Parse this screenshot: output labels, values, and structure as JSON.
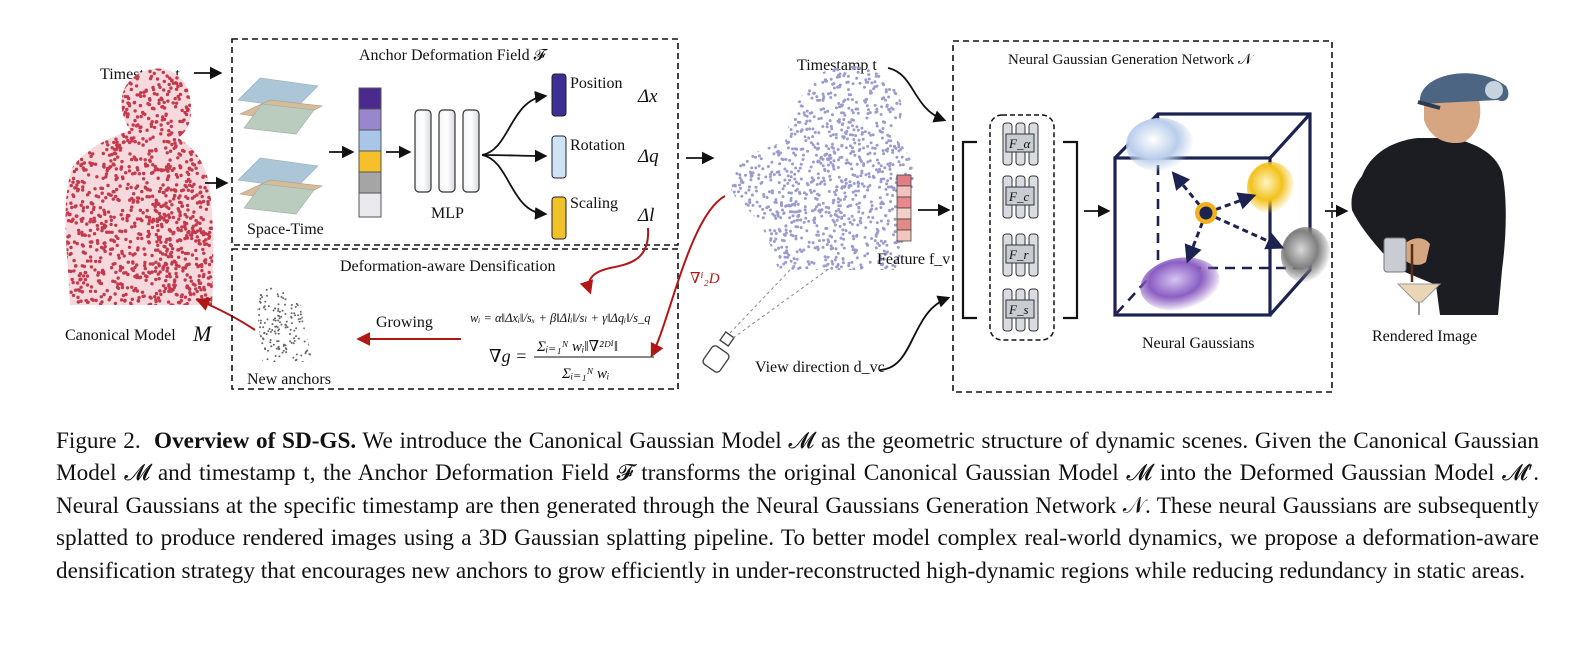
{
  "figure": {
    "left": {
      "timestamp_label": "Timestamp t",
      "canonical_label": "Canonical Model",
      "canonical_symbol": "M"
    },
    "deformation_field": {
      "title": "Anchor Deformation Field 𝓕",
      "space_time_label": "Space-Time",
      "mlp_label": "MLP",
      "outputs": [
        {
          "name": "Position",
          "delta": "Δx",
          "color": "#3b2f94"
        },
        {
          "name": "Rotation",
          "delta": "Δq",
          "color": "#cfe3f6"
        },
        {
          "name": "Scaling",
          "delta": "Δl",
          "color": "#f0c22a"
        }
      ],
      "feature_colors": [
        "#4b2a8e",
        "#9a86cc",
        "#a9c6e8",
        "#f5c02a",
        "#a5a5a5",
        "#e9e9ee"
      ]
    },
    "densification": {
      "title": "Deformation-aware  Densification",
      "growing_label": "Growing",
      "new_anchors_label": "New anchors",
      "weight_formula": "wᵢ = α‖Δxᵢ‖/sₓ + β‖Δlᵢ‖/sₗ + γ‖Δqᵢ‖/s_q",
      "grad_lhs": "∇g =",
      "grad_num": "Σᵢ₌₁ᴺ wᵢ‖∇²ᴰⁱ‖",
      "grad_den": "Σᵢ₌₁ᴺ wᵢ"
    },
    "middle": {
      "timestamp_label": "Timestamp t",
      "grad_label": "∇ⁱ₂D",
      "feature_label": "Feature f_v",
      "view_direction_label": "View direction d_vc",
      "feature_colors": [
        "#e07d85",
        "#f3c2bf",
        "#e9888c",
        "#f4d1c8",
        "#e28a88",
        "#f3c6bd"
      ]
    },
    "generation_network": {
      "title": "Neural Gaussian Generation Network 𝒩",
      "mlp_blocks": [
        "F_α",
        "F_c",
        "F_r",
        "F_s"
      ],
      "gaussians_label": "Neural Gaussians",
      "blob_colors": [
        "#b9cdeb",
        "#f2c21c",
        "#8a5fc2",
        "#8a8a8a"
      ],
      "cube_color": "#1c2350"
    },
    "output": {
      "rendered_label": "Rendered Image"
    }
  },
  "caption": {
    "figure_number": "Figure 2.",
    "bold_title": "Overview of SD-GS.",
    "text": "We introduce the Canonical Gaussian Model 𝓜 as the geometric structure of dynamic scenes. Given the Canonical Gaussian Model 𝓜 and timestamp t, the Anchor Deformation Field 𝓕 transforms the original Canonical Gaussian Model 𝓜 into the Deformed Gaussian Model 𝓜′. Neural Gaussians at the specific timestamp are then generated through the Neural Gaussians Generation Network 𝒩. These neural Gaussians are subsequently splatted to produce rendered images using a 3D Gaussian splatting pipeline. To better model complex real-world dynamics, we propose a deformation-aware densification strategy that encourages new anchors to grow efficiently in under-reconstructed high-dynamic regions while reducing redundancy in static areas."
  }
}
